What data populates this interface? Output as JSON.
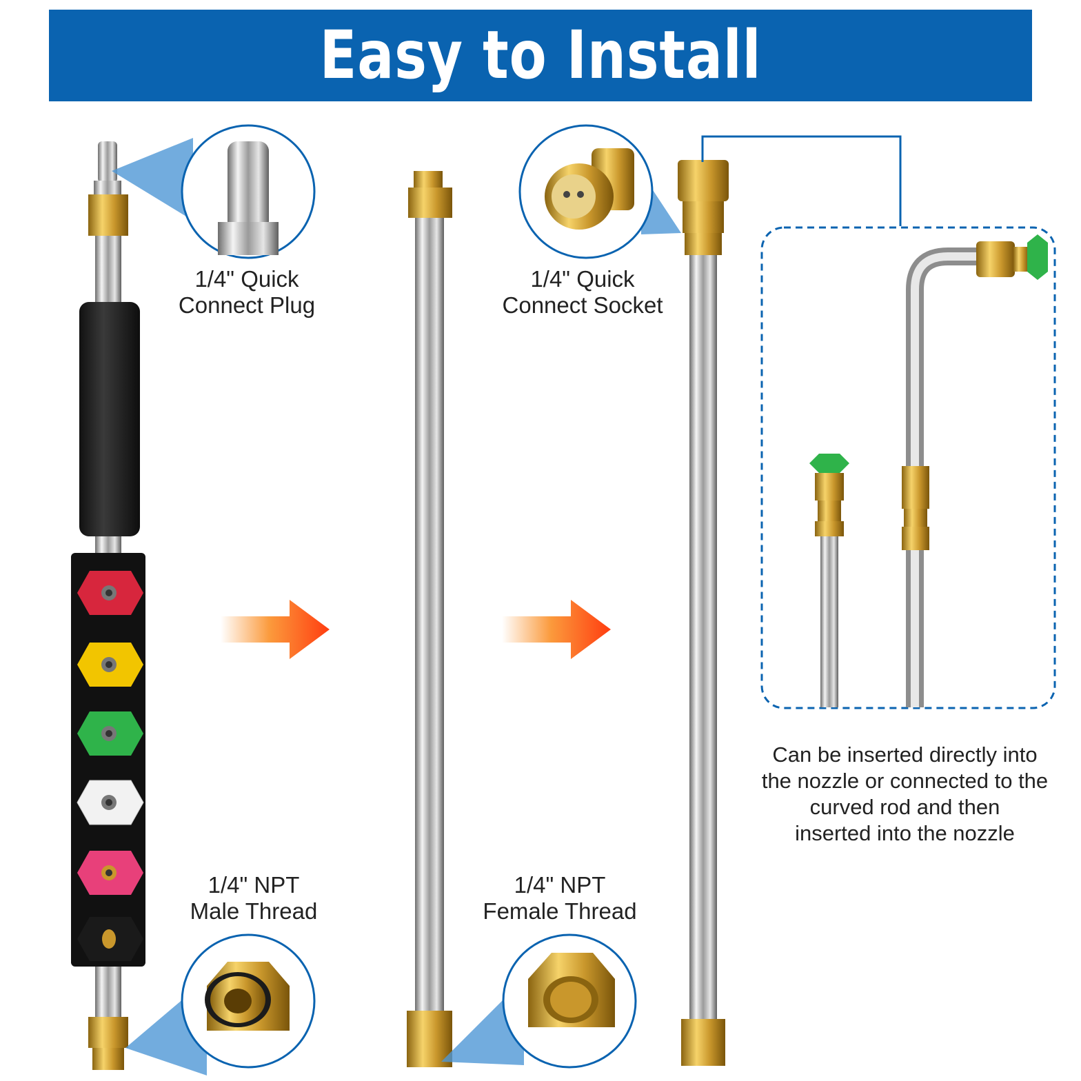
{
  "banner": {
    "title": "Easy to Install",
    "color": "#0a63b0"
  },
  "labels": {
    "quick_plug": [
      "1/4\" Quick",
      "Connect Plug"
    ],
    "quick_socket": [
      "1/4\" Quick",
      "Connect Socket"
    ],
    "npt_male": [
      "1/4\" NPT",
      "Male Thread"
    ],
    "npt_female": [
      "1/4\" NPT",
      "Female Thread"
    ]
  },
  "note": [
    "Can be inserted directly into",
    "the nozzle or connected to the",
    "curved rod and then",
    "inserted into the nozzle"
  ],
  "nozzle_colors": [
    "#d7263d",
    "#f2c500",
    "#2fb34a",
    "#f2f2f2",
    "#e8407a"
  ],
  "icons": [
    "arrow-right-icon",
    "arrow-right-icon"
  ]
}
